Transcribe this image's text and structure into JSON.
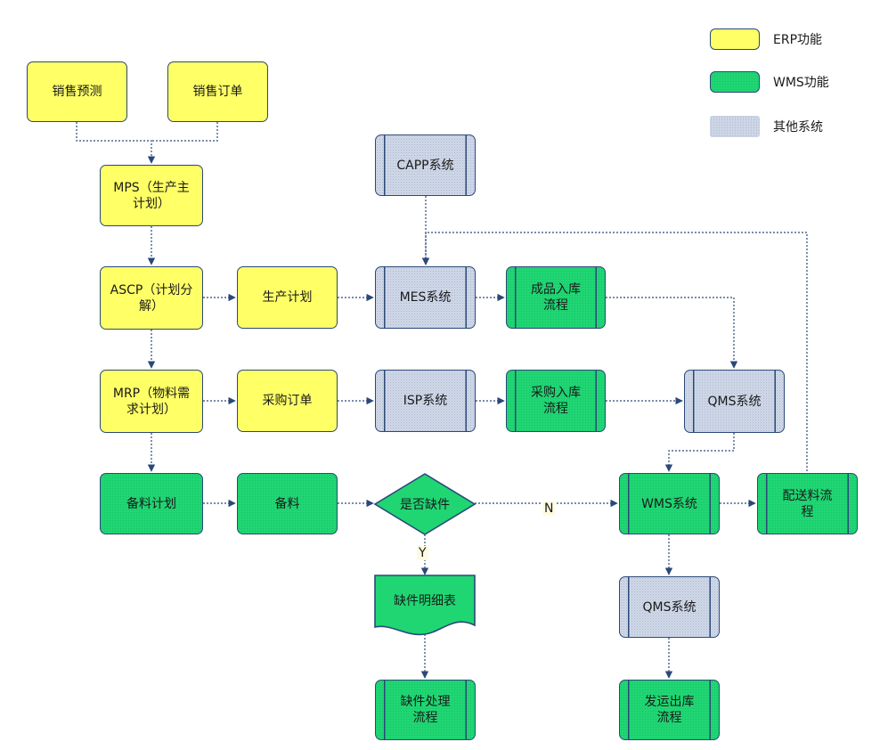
{
  "colors": {
    "erp": "#ffff66",
    "wms": "#1fd673",
    "other": "#cdd6e6",
    "line": "#2a4878"
  },
  "legend": {
    "erp": "ERP功能",
    "wms": "WMS功能",
    "other": "其他系统"
  },
  "nodes": {
    "sales_forecast": "销售预测",
    "sales_order": "销售订单",
    "mps": "MPS（生产主\n计划）",
    "ascp": "ASCP（计划分\n解）",
    "production_plan": "生产计划",
    "mrp": "MRP（物料需\n求计划）",
    "purchase_order": "采购订单",
    "stock_plan": "备料计划",
    "stock_prep": "备料",
    "capp": "CAPP系统",
    "mes": "MES系统",
    "fg_inbound": "成品入库\n流程",
    "isp": "ISP系统",
    "purchase_inbound": "采购入库\n流程",
    "qms_top": "QMS系统",
    "shortage_decision": "是否缺件",
    "shortage_list": "缺件明细表",
    "shortage_process": "缺件处理\n流程",
    "wms": "WMS系统",
    "delivery": "配送料流\n程",
    "qms_bottom": "QMS系统",
    "outbound": "发运出库\n流程"
  },
  "edge_labels": {
    "no": "N",
    "yes": "Y"
  }
}
